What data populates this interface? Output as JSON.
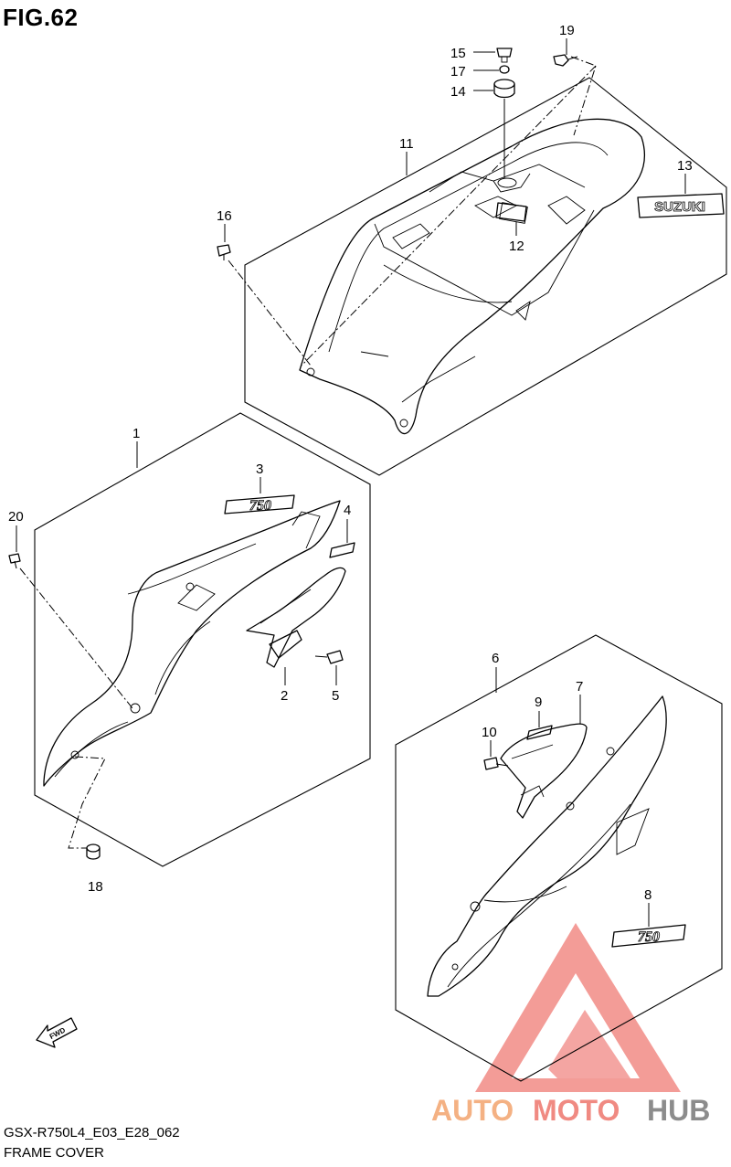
{
  "figure": {
    "title": "FIG.62"
  },
  "footer": {
    "diagram_code": "GSX-R750L4_E03_E28_062",
    "section_name": "FRAME COVER"
  },
  "badges": {
    "emblem_13": "SUZUKI",
    "emblem_3": "750",
    "emblem_8": "750",
    "fwd": "FWD"
  },
  "watermark": {
    "prefix": "AUTO",
    "middle": "MOTO",
    "suffix": "HUB",
    "colors": {
      "auto": "#f4b183",
      "moto": "#f08a82",
      "hub": "#8c8c8c",
      "logo": "#f28b86"
    }
  },
  "callouts": {
    "p1": "1",
    "p2": "2",
    "p3": "3",
    "p4": "4",
    "p5": "5",
    "p6": "6",
    "p7": "7",
    "p8": "8",
    "p9": "9",
    "p10": "10",
    "p11": "11",
    "p12": "12",
    "p13": "13",
    "p14": "14",
    "p15": "15",
    "p16": "16",
    "p17": "17",
    "p18": "18",
    "p19": "19",
    "p20": "20"
  }
}
